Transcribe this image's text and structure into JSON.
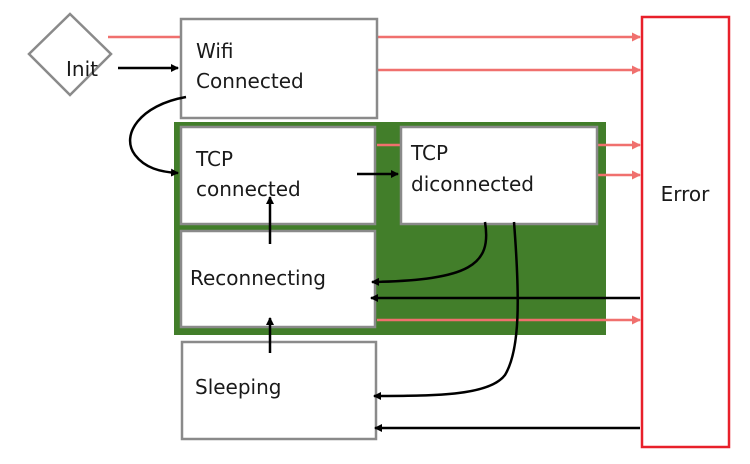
{
  "colors": {
    "group_fill": "#427e2a",
    "node_border": "#8a8a8a",
    "error_border": "#e8202a",
    "error_arrow": "#f0706e",
    "arrow": "#000000"
  },
  "nodes": {
    "init": {
      "label": "Init"
    },
    "wifi_connected": {
      "line1": "Wifi",
      "line2": "Connected"
    },
    "tcp_connected": {
      "line1": "TCP",
      "line2": "connected"
    },
    "tcp_disconnected": {
      "line1": "TCP",
      "line2": "diconnected"
    },
    "reconnecting": {
      "label": "Reconnecting"
    },
    "sleeping": {
      "label": "Sleeping"
    },
    "error": {
      "label": "Error"
    }
  }
}
